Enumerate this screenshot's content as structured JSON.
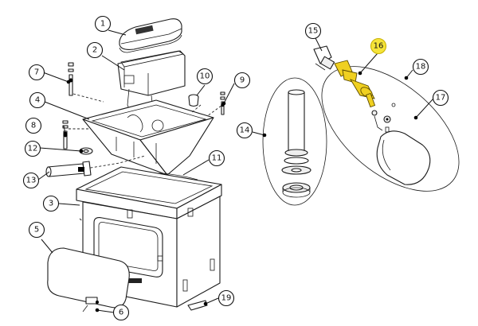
{
  "callouts": [
    {
      "id": "1",
      "label": "1"
    },
    {
      "id": "2",
      "label": "2"
    },
    {
      "id": "3",
      "label": "3"
    },
    {
      "id": "4",
      "label": "4"
    },
    {
      "id": "5",
      "label": "5"
    },
    {
      "id": "6",
      "label": "6"
    },
    {
      "id": "7",
      "label": "7"
    },
    {
      "id": "8",
      "label": "8"
    },
    {
      "id": "9",
      "label": "9"
    },
    {
      "id": "10",
      "label": "10"
    },
    {
      "id": "11",
      "label": "11"
    },
    {
      "id": "12",
      "label": "12"
    },
    {
      "id": "13",
      "label": "13"
    },
    {
      "id": "14",
      "label": "14"
    },
    {
      "id": "15",
      "label": "15"
    },
    {
      "id": "16",
      "label": "16"
    },
    {
      "id": "17",
      "label": "17"
    },
    {
      "id": "18",
      "label": "18"
    },
    {
      "id": "19",
      "label": "19"
    }
  ],
  "highlight": {
    "callout": "16",
    "fill_color": "#f5e43a",
    "stroke_color": "#c9b200"
  },
  "colors": {
    "line": "#1a1a1a",
    "background": "#ffffff",
    "highlight_part": "#f0d020"
  }
}
